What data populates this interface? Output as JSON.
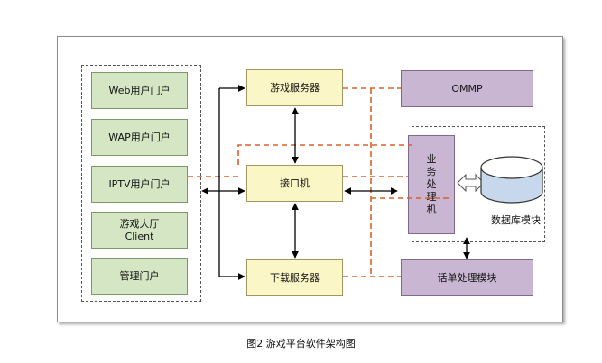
{
  "portals": [
    {
      "label": "Web用户门户"
    },
    {
      "label": "WAP用户门户"
    },
    {
      "label": "IPTV用户门户"
    },
    {
      "label": "游戏大厅\nClient"
    },
    {
      "label": "管理门户"
    }
  ],
  "center": {
    "game_server": "游戏服务器",
    "interface_machine": "接口机",
    "download_server": "下载服务器"
  },
  "right": {
    "ommp": "OMMP",
    "business_chars": [
      "业",
      "务",
      "处",
      "理",
      "机"
    ],
    "database_label": "数据库模块",
    "billing": "话单处理模块"
  },
  "colors": {
    "portal_fill": "#d5e6c4",
    "server_fill": "#fbf6c6",
    "right_fill": "#c9b6d3",
    "dashed_link": "#d9622b",
    "database_fill": "#c8d8ec"
  },
  "caption": "图2 游戏平台软件架构图"
}
